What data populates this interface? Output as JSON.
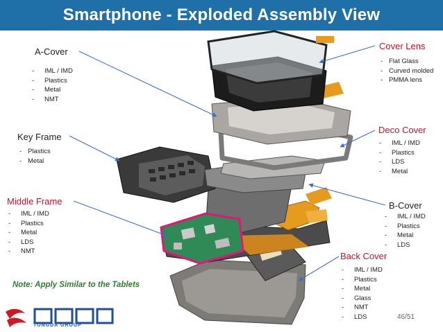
{
  "title": "Smartphone - Exploded Assembly View",
  "components": {
    "a_cover": {
      "label": "A-Cover",
      "items": [
        "IML / IMD",
        "Plastics",
        "Metal",
        "NMT"
      ]
    },
    "key_frame": {
      "label": "Key Frame",
      "items": [
        "Plastics",
        "Metal"
      ]
    },
    "middle_frame": {
      "label": "Middle Frame",
      "items": [
        "IML / IMD",
        "Plastics",
        "Metal",
        "LDS",
        "NMT"
      ]
    },
    "cover_lens": {
      "label": "Cover Lens",
      "items": [
        "Flat Glass",
        "Curved molded",
        "PMMA lens"
      ]
    },
    "deco_cover": {
      "label": "Deco Cover",
      "items": [
        "IML / IMD",
        "Plastics",
        "LDS",
        "Metal"
      ]
    },
    "b_cover": {
      "label": "B-Cover",
      "items": [
        "IML / IMD",
        "Plastics",
        "Metal",
        "LDS"
      ]
    },
    "back_cover": {
      "label": "Back Cover",
      "items": [
        "IML / IMD",
        "Plastics",
        "Metal",
        "Glass",
        "NMT",
        "LDS"
      ]
    }
  },
  "note": "Note: Apply Similar to the Tablets",
  "page_number": "46/51",
  "logo": {
    "text": "TONGDA GROUP",
    "colors": {
      "red": "#d0181f",
      "blue": "#1f4f9a"
    }
  },
  "colors": {
    "title_bar": "#1f6fa8",
    "label_red": "#c8102e",
    "note_green": "#2e7d32",
    "highlight_pink": "#e4157a",
    "pointer_blue": "#3b6fc4"
  }
}
